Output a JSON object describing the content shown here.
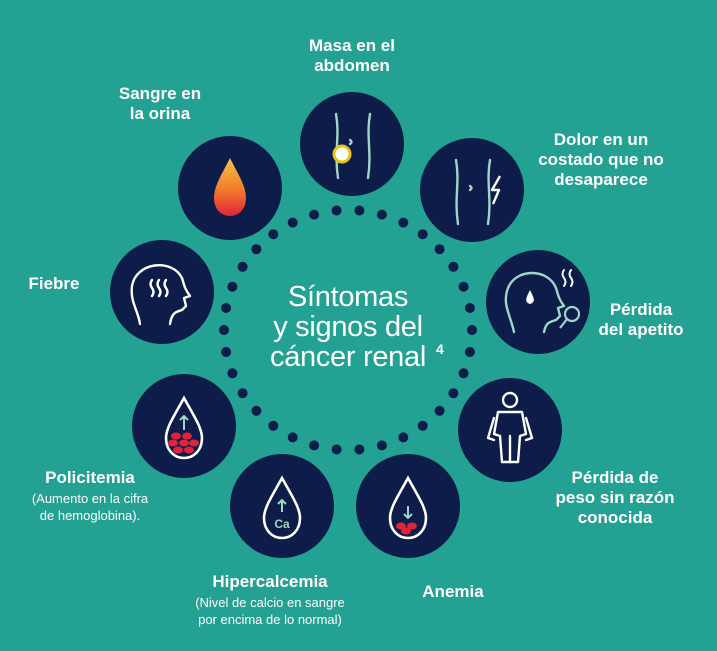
{
  "center": {
    "title": "Síntomas\ny signos del\ncáncer renal",
    "reference": "4"
  },
  "symptoms": {
    "masa": {
      "label": "Masa en el\nabdomen"
    },
    "dolor": {
      "label": "Dolor en un\ncostado que no\ndesaparece"
    },
    "apetito": {
      "label": "Pérdida\ndel apetito"
    },
    "peso": {
      "label": "Pérdida de\npeso sin razón\nconocida"
    },
    "anemia": {
      "label": "Anemia"
    },
    "hipercalcemia": {
      "label": "Hipercalcemia",
      "detail": "(Nivel de calcio en sangre\npor encima de lo normal)"
    },
    "policitemia": {
      "label": "Policitemia",
      "detail": "(Aumento en la cifra\nde hemoglobina)."
    },
    "fiebre": {
      "label": "Fiebre"
    },
    "sangre": {
      "label": "Sangre en\nla orina"
    }
  },
  "icons": {
    "masa": "abdomen-mass-icon",
    "dolor": "side-pain-icon",
    "apetito": "appetite-loss-icon",
    "peso": "weight-loss-icon",
    "anemia": "anemia-drop-icon",
    "hipercalcemia": "calcium-drop-icon",
    "policitemia": "polycythemia-drop-icon",
    "fiebre": "fever-head-icon",
    "sangre": "blood-drop-icon"
  },
  "colors": {
    "background": "#23a193",
    "circle": "#0d1c48",
    "line": "#9fd6c9",
    "blood": "#e0233a",
    "flame": "#f6c445"
  }
}
